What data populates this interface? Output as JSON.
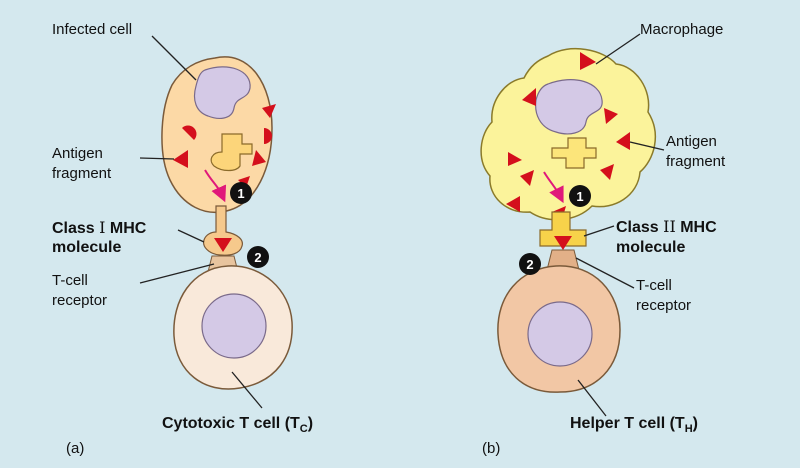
{
  "panel_a": {
    "cell_label": "Infected cell",
    "antigen_label_line1": "Antigen",
    "antigen_label_line2": "fragment",
    "mhc_label_prefix": "Class ",
    "mhc_label_roman": "I",
    "mhc_label_suffix": " MHC",
    "mhc_label_line2": "molecule",
    "receptor_label_line1": "T-cell",
    "receptor_label_line2": "receptor",
    "tcell_label_main": "Cytotoxic T cell (T",
    "tcell_label_sub": "C",
    "tcell_label_end": ")",
    "step1": "1",
    "step2": "2",
    "panel_letter": "(a)"
  },
  "panel_b": {
    "cell_label": "Macrophage",
    "antigen_label_line1": "Antigen",
    "antigen_label_line2": "fragment",
    "mhc_label_prefix": "Class ",
    "mhc_label_roman": "II",
    "mhc_label_suffix": " MHC",
    "mhc_label_line2": "molecule",
    "receptor_label_line1": "T-cell",
    "receptor_label_line2": "receptor",
    "tcell_label_main": "Helper T cell (T",
    "tcell_label_sub": "H",
    "tcell_label_end": ")",
    "step1": "1",
    "step2": "2",
    "panel_letter": "(b)"
  },
  "colors": {
    "background": "#d4e8ee",
    "infected_cell": "#fcd9a6",
    "macrophage": "#fbf39b",
    "nucleus": "#d4c9e6",
    "antigen": "#d40f1c",
    "mhc_class_i": "#f6c98c",
    "mhc_class_ii": "#f7d24a",
    "t_cell_cytotoxic": "#f9e9da",
    "t_cell_helper": "#f2c7a5",
    "arrow": "#e0187a"
  }
}
